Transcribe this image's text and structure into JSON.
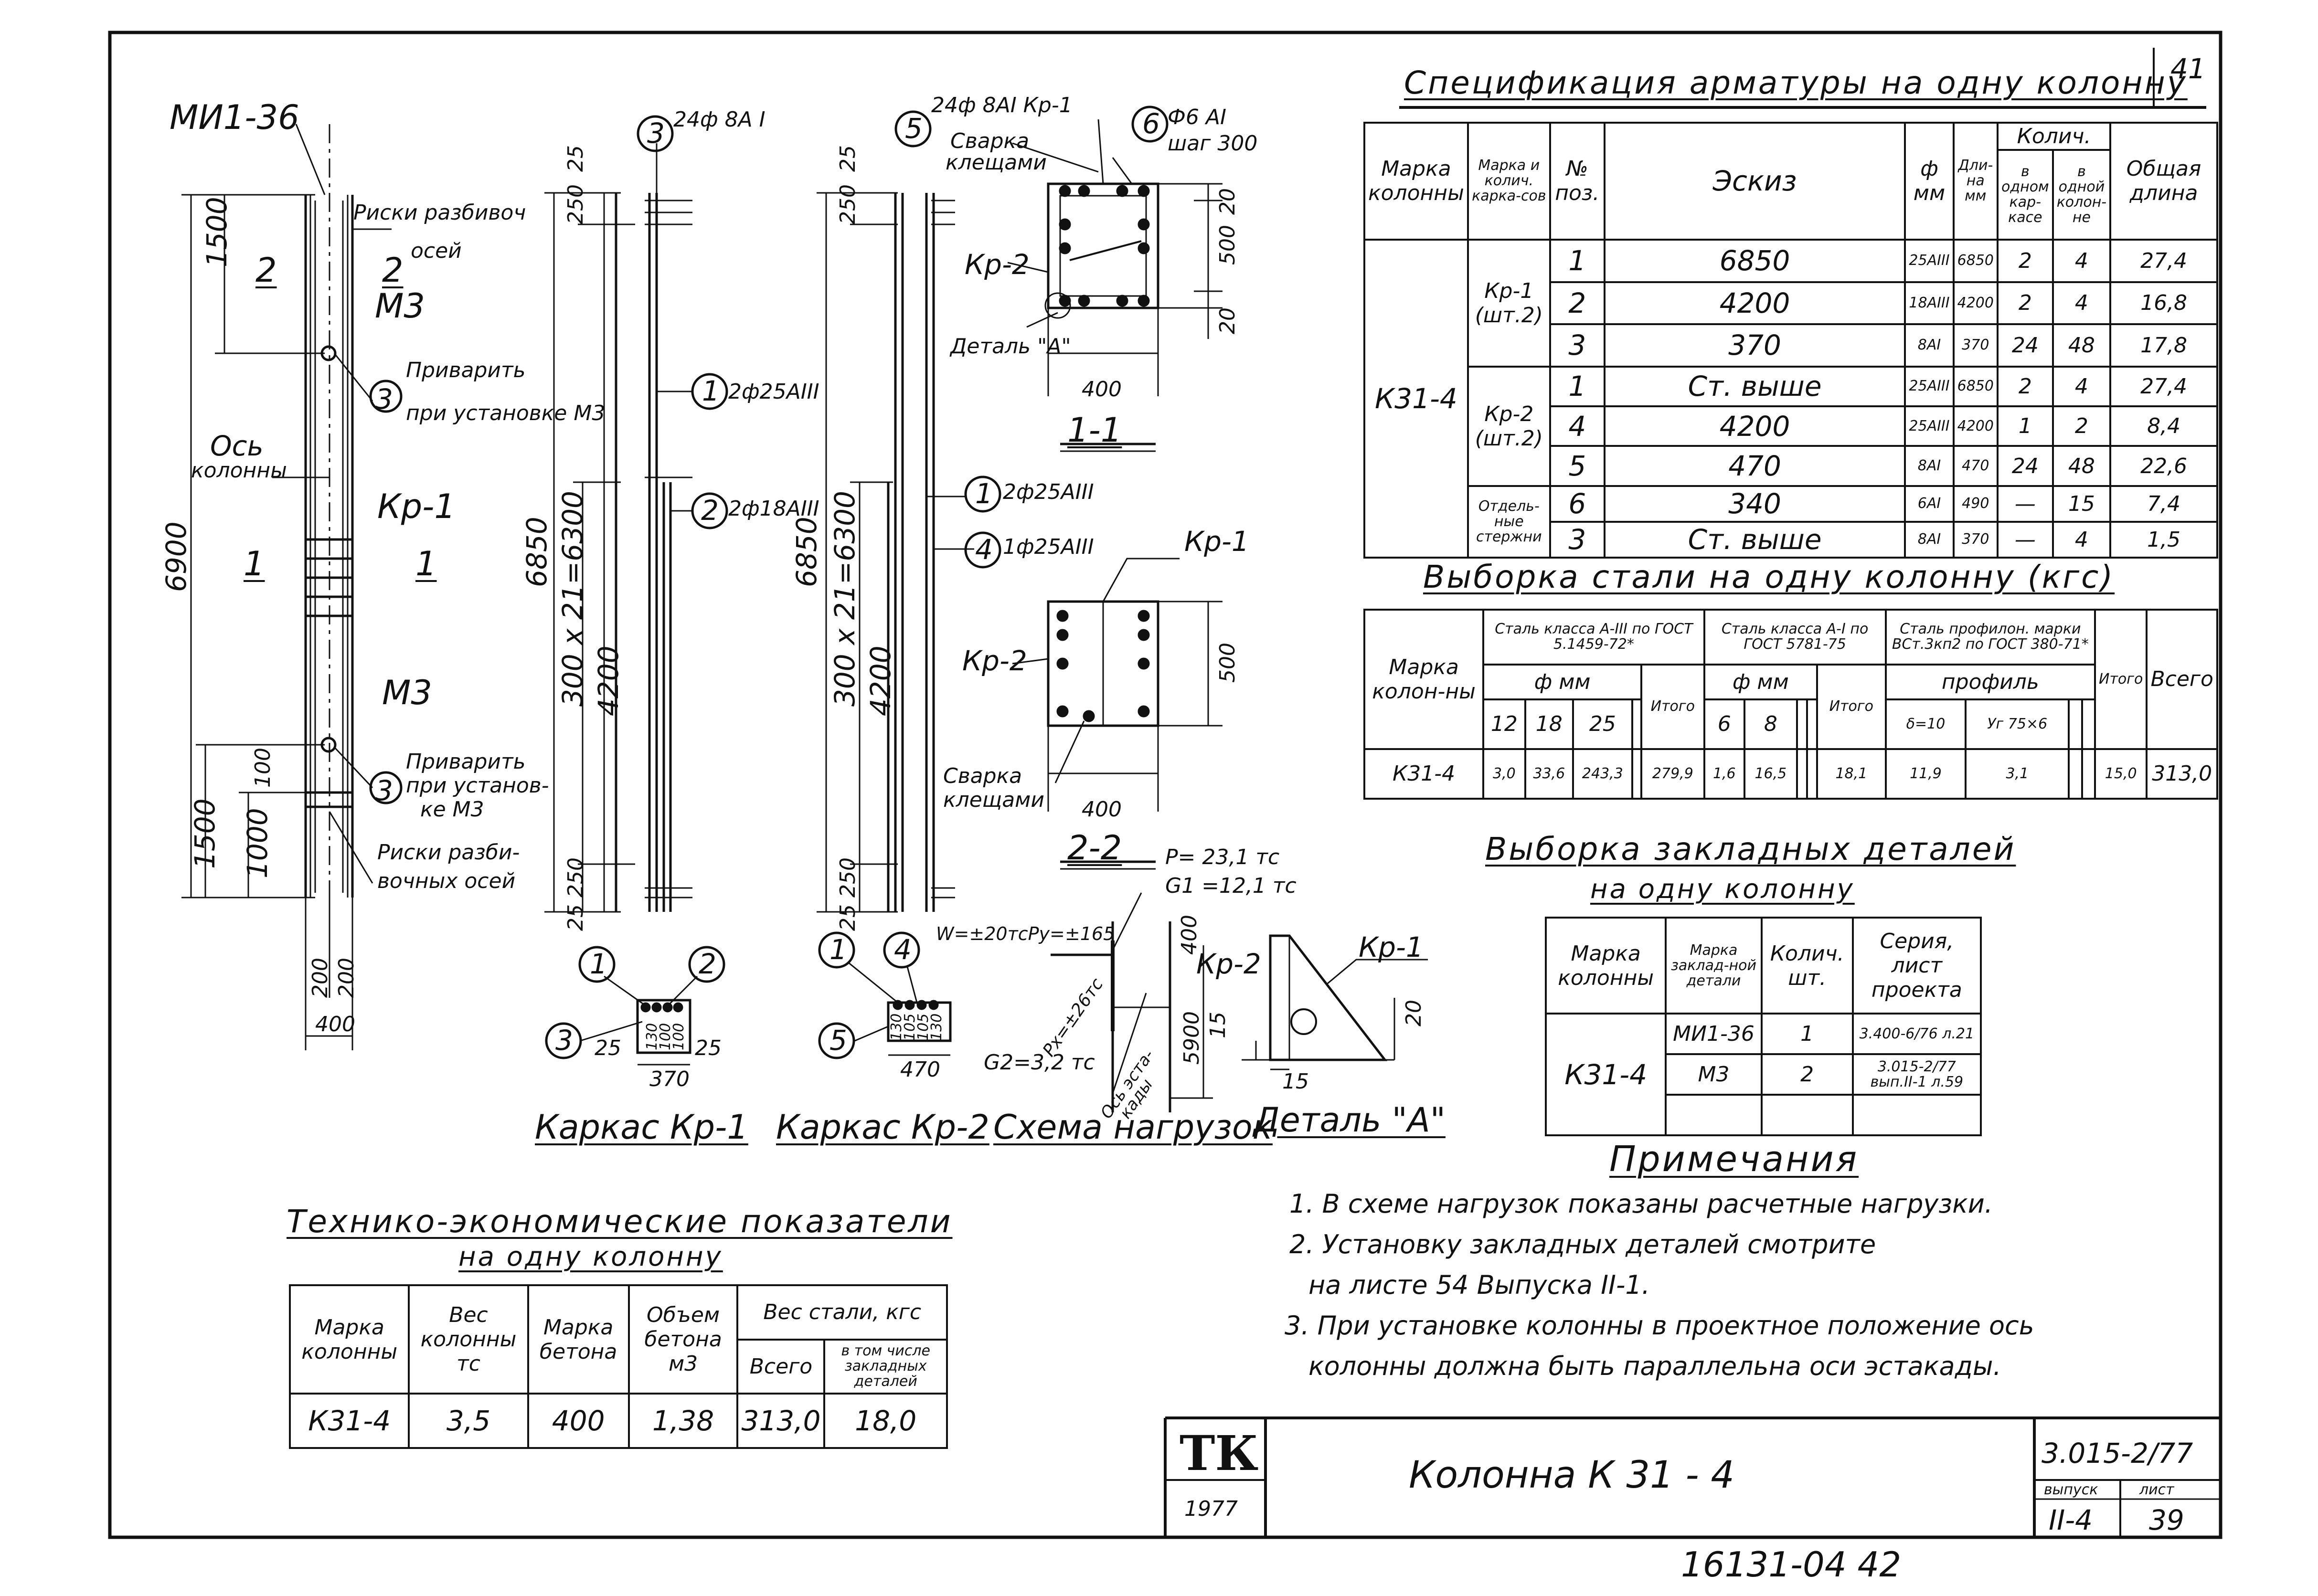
{
  "sheet": {
    "corner_no": "41",
    "handwritten_no": "16131-04   42"
  },
  "left_drawing": {
    "top_label": "МИ1-36",
    "ticks_axes": "Риски разбивоч",
    "ticks_axes2": "осей",
    "sec_2": "2",
    "sec_2b": "2",
    "m3_top": "М3",
    "weld_3": "Приварить",
    "weld_3b": "при установке М3",
    "axis_label": "Ось",
    "axis_label2": "колонны",
    "kp1": "Кр-1",
    "sec_1": "1",
    "sec_1b": "1",
    "m3_bot": "М3",
    "weld_bot": "Приварить",
    "weld_bot2": "при установ-",
    "weld_bot3": "ке М3",
    "ticks_bot": "Риски разби-",
    "ticks_bot2": "вочных осей",
    "d1500_top": "1500",
    "d6900": "6900",
    "d1500_bot": "1500",
    "d1000": "1000",
    "d100": "100",
    "d200a": "200",
    "d200b": "200",
    "d400": "400",
    "mark3": "3",
    "mark3b": "3"
  },
  "frame_kp1": {
    "rebar_top": "24ф 8A I",
    "mark3": "3",
    "d25": "25",
    "d250": "250",
    "d6850": "6850",
    "d_pitch": "300 x 21=6300",
    "d4200": "4200",
    "d250b": "250",
    "d25b": "25",
    "callout1": "2ф25АIII",
    "callout2": "2ф18АIII",
    "m1": "1",
    "m2": "2",
    "sec_m1": "1",
    "sec_m2": "2",
    "sec_m3": "3",
    "s25a": "25",
    "s25b": "25",
    "s370": "370",
    "s130": "130",
    "s100a": "100",
    "s100b": "100",
    "caption": "Каркас Кр-1"
  },
  "frame_kp2": {
    "rebar_top": "24ф 8AI  Кр-1",
    "mark5": "5",
    "d25": "25",
    "d250": "250",
    "d6850": "6850",
    "d_pitch": "300 x 21=6300",
    "d4200": "4200",
    "d250b": "250",
    "d25b": "25",
    "callout1": "2ф25АIII",
    "callout4": "1ф25АIII",
    "m1": "1",
    "m4": "4",
    "sec_m1": "1",
    "sec_m4": "4",
    "sec_m5": "5",
    "s130a": "130",
    "s105a": "105",
    "s105b": "105",
    "s130b": "130",
    "s470": "470",
    "caption": "Каркас Кр-2"
  },
  "section_11": {
    "weld": "Сварка",
    "weld2": "клещами",
    "mark6": "6",
    "rebar6": "Ф6 АI",
    "rebar6b": "шаг 300",
    "kp2": "Кр-2",
    "detail": "Деталь \"А\"",
    "d20a": "20",
    "d500": "500",
    "d20b": "20",
    "d400": "400",
    "caption": "1-1"
  },
  "section_22": {
    "kp1": "Кр-1",
    "kp2": "Кр-2",
    "d500": "500",
    "weld": "Сварка",
    "weld2": "клещами",
    "d400": "400",
    "caption": "2-2"
  },
  "load_scheme": {
    "p": "P= 23,1 тс",
    "g1": "G1 =12,1 тс",
    "w": "W=±20тсPy=±165",
    "px": "Px=±26тс",
    "g2": "G2=3,2 тс",
    "axis": "Ось эста-",
    "axis2": "кады",
    "d400": "400",
    "d5900": "5900",
    "kp2": "Кр-2",
    "caption": "Схема     нагрузок"
  },
  "detail_a": {
    "kp1": "Кр-1",
    "d15a": "15",
    "d15b": "15",
    "d20": "20",
    "caption": "Деталь \"А\""
  },
  "spec": {
    "title": "Спецификация арматуры на одну колонну",
    "h_mark": "Марка колонны",
    "h_frames": "Марка и колич. карка-сов",
    "h_pos": "№ поз.",
    "h_sketch": "Эскиз",
    "h_dia": "ф мм",
    "h_len": "Дли-на мм",
    "h_qty": "Колич.",
    "h_qty1": "в одном кар-касе",
    "h_qty2": "в одной колон-не",
    "h_total": "Общая длина",
    "col_mark": "К31-4",
    "grp1": "Кр-1 (шт.2)",
    "grp2": "Кр-2 (шт.2)",
    "grp3": "Отдель-ные стержни",
    "rows": [
      {
        "pos": "1",
        "sketch": "6850",
        "dia": "25AIII",
        "len": "6850",
        "q1": "2",
        "q2": "4",
        "tot": "27,4"
      },
      {
        "pos": "2",
        "sketch": "4200",
        "dia": "18AIII",
        "len": "4200",
        "q1": "2",
        "q2": "4",
        "tot": "16,8"
      },
      {
        "pos": "3",
        "sketch": "370",
        "dia": "8AI",
        "len": "370",
        "q1": "24",
        "q2": "48",
        "tot": "17,8"
      },
      {
        "pos": "1",
        "sketch": "Cт. выше",
        "dia": "25AIII",
        "len": "6850",
        "q1": "2",
        "q2": "4",
        "tot": "27,4"
      },
      {
        "pos": "4",
        "sketch": "4200",
        "dia": "25AIII",
        "len": "4200",
        "q1": "1",
        "q2": "2",
        "tot": "8,4"
      },
      {
        "pos": "5",
        "sketch": "470",
        "dia": "8AI",
        "len": "470",
        "q1": "24",
        "q2": "48",
        "tot": "22,6"
      },
      {
        "pos": "6",
        "sketch": "340",
        "dia": "6AI",
        "len": "490",
        "q1": "—",
        "q2": "15",
        "tot": "7,4"
      },
      {
        "pos": "3",
        "sketch": "Cт. выше",
        "dia": "8AI",
        "len": "370",
        "q1": "—",
        "q2": "4",
        "tot": "1,5"
      }
    ]
  },
  "steel": {
    "title": "Выборка стали на одну колонну (кгс)",
    "h_mark": "Марка колон-ны",
    "h_a3": "Сталь класса А-III по ГОСТ 5.1459-72*",
    "h_a1": "Сталь класса А-I по ГОСТ 5781-75",
    "h_prof": "Сталь профилон. марки ВСт.3кп2 по ГОСТ 380-71*",
    "h_fmm": "ф мм",
    "h_fmm2": "ф мм",
    "h_prof2": "профиль",
    "d12": "12",
    "d18": "18",
    "d25": "25",
    "h_itogo": "Итого",
    "d6": "6",
    "d8": "8",
    "h_itogo2": "Итого",
    "p1": "δ=10",
    "p2": "Уг 75×6",
    "h_itogo3": "Итого",
    "h_total": "Всего",
    "row": {
      "mark": "К31-4",
      "v12": "3,0",
      "v18": "33,6",
      "v25": "243,3",
      "it1": "279,9",
      "v6": "1,6",
      "v8": "16,5",
      "it2": "18,1",
      "p1": "11,9",
      "p2": "3,1",
      "it3": "15,0",
      "tot": "313,0"
    }
  },
  "embedded": {
    "title": "Выборка закладных деталей",
    "title2": "на одну колонну",
    "h_mark": "Марка колонны",
    "h_emark": "Марка заклад-ной детали",
    "h_qty": "Колич. шт.",
    "h_series": "Серия, лист проекта",
    "col_mark": "К31-4",
    "rows": [
      {
        "emark": "МИ1-36",
        "qty": "1",
        "series": "3.400-6/76 л.21"
      },
      {
        "emark": "М3",
        "qty": "2",
        "series": "3.015-2/77 вып.II-1 л.59"
      }
    ]
  },
  "notes": {
    "title": "Примечания",
    "items": [
      "1. В схеме нагрузок показаны расчетные нагрузки.",
      "2. Установку закладных деталей смотрите",
      "на листе 54 Выпуска II-1.",
      "3. При установке колонны в проектное положение ось",
      "колонны должна быть параллельна оси эстакады."
    ]
  },
  "tech": {
    "title": "Технико-экономические    показатели",
    "title2": "на одну колонну",
    "h_mark": "Марка колонны",
    "h_weight": "Вес колонны тс",
    "h_concrete": "Марка бетона",
    "h_volume": "Объем бетона м3",
    "h_steel": "Вес стали, кгс",
    "h_total": "Всего",
    "h_incl": "в том числе закладных деталей",
    "row": {
      "mark": "К31-4",
      "weight": "3,5",
      "concrete": "400",
      "volume": "1,38",
      "total": "313,0",
      "incl": "18,0"
    }
  },
  "title_block": {
    "logo": "ТК",
    "year": "1977",
    "name": "Колонна К 31 - 4",
    "series": "3.015-2/77",
    "h_issue": "выпуск",
    "h_sheet": "лист",
    "issue": "II-4",
    "sheet": "39"
  }
}
